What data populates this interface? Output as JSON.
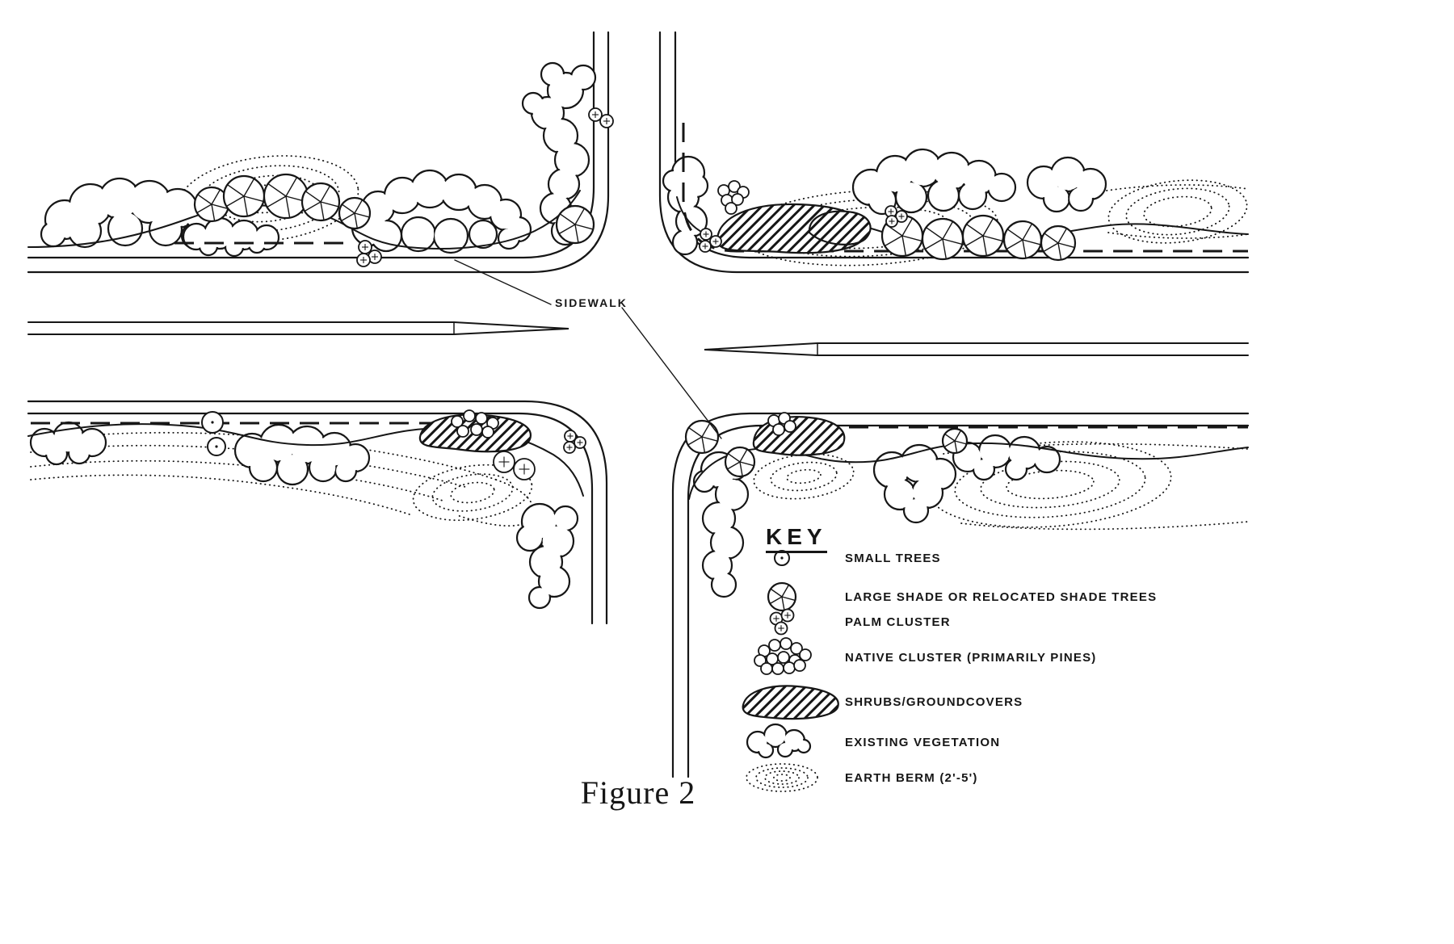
{
  "drawing": {
    "sidewalk_label": "SIDEWALK",
    "caption": "Figure 2"
  },
  "key": {
    "title": "KEY",
    "items": [
      {
        "symbol": "small-tree-symbol",
        "label": "SMALL TREES"
      },
      {
        "symbol": "large-shade-tree-symbol",
        "label": "LARGE SHADE OR RELOCATED SHADE TREES"
      },
      {
        "symbol": "palm-cluster-symbol",
        "label": "PALM CLUSTER"
      },
      {
        "symbol": "native-cluster-symbol",
        "label": "NATIVE CLUSTER (PRIMARILY PINES)"
      },
      {
        "symbol": "shrubs-groundcovers-symbol",
        "label": "SHRUBS/GROUNDCOVERS"
      },
      {
        "symbol": "existing-vegetation-symbol",
        "label": "EXISTING VEGETATION"
      },
      {
        "symbol": "earth-berm-symbol",
        "label": "EARTH BERM (2'-5')"
      }
    ]
  },
  "colors": {
    "ink": "#161616",
    "paper": "#ffffff"
  }
}
